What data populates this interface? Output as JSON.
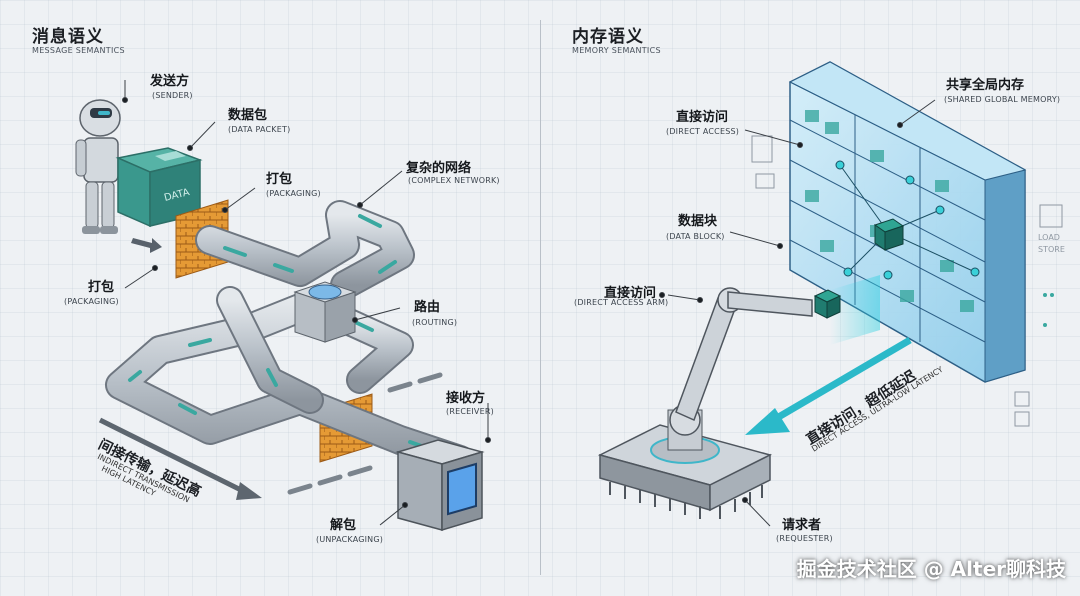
{
  "left": {
    "title": "消息语义",
    "subtitle": "MESSAGE SEMANTICS",
    "sender": {
      "cn": "发送方",
      "en": "(SENDER)"
    },
    "data_packet": {
      "cn": "数据包",
      "en": "(DATA PACKET)",
      "box_text": "DATA"
    },
    "packaging_top": {
      "cn": "打包",
      "en": "(PACKAGING)"
    },
    "complex_network": {
      "cn": "复杂的网络",
      "en": "(COMPLEX NETWORK)"
    },
    "packaging_left": {
      "cn": "打包",
      "en": "(PACKAGING)"
    },
    "routing": {
      "cn": "路由",
      "en": "(ROUTING)"
    },
    "receiver": {
      "cn": "接收方",
      "en": "(RECEIVER)"
    },
    "unpackaging": {
      "cn": "解包",
      "en": "(UNPACKAGING)"
    },
    "arrow_caption": {
      "cn": "间接传输，延迟高",
      "en1": "INDIRECT TRANSMISSION",
      "en2": "HIGH LATENCY"
    }
  },
  "right": {
    "title": "内存语义",
    "subtitle": "MEMORY SEMANTICS",
    "shared_memory": {
      "cn": "共享全局内存",
      "en": "(SHARED GLOBAL MEMORY)"
    },
    "direct_access": {
      "cn": "直接访问",
      "en": "(DIRECT ACCESS)"
    },
    "data_block": {
      "cn": "数据块",
      "en": "(DATA BLOCK)"
    },
    "direct_access_arm": {
      "cn": "直接访问",
      "en": "(DIRECT ACCESS ARM)"
    },
    "requester": {
      "cn": "请求者",
      "en": "(REQUESTER)"
    },
    "arrow_caption": {
      "cn": "直接访问，超低延迟",
      "en": "DIRECT ACCESS, ULTRA-LOW LATENCY"
    },
    "side_text": "LOAD STORE"
  },
  "watermark": "掘金技术社区 @ Alter聊科技",
  "colors": {
    "teal": "#3aa8a0",
    "pipe": "#b9c0c8",
    "brick": "#e59a35",
    "memory_blue": "#9fd6f0",
    "cyan_glow": "#2fd0e0"
  }
}
